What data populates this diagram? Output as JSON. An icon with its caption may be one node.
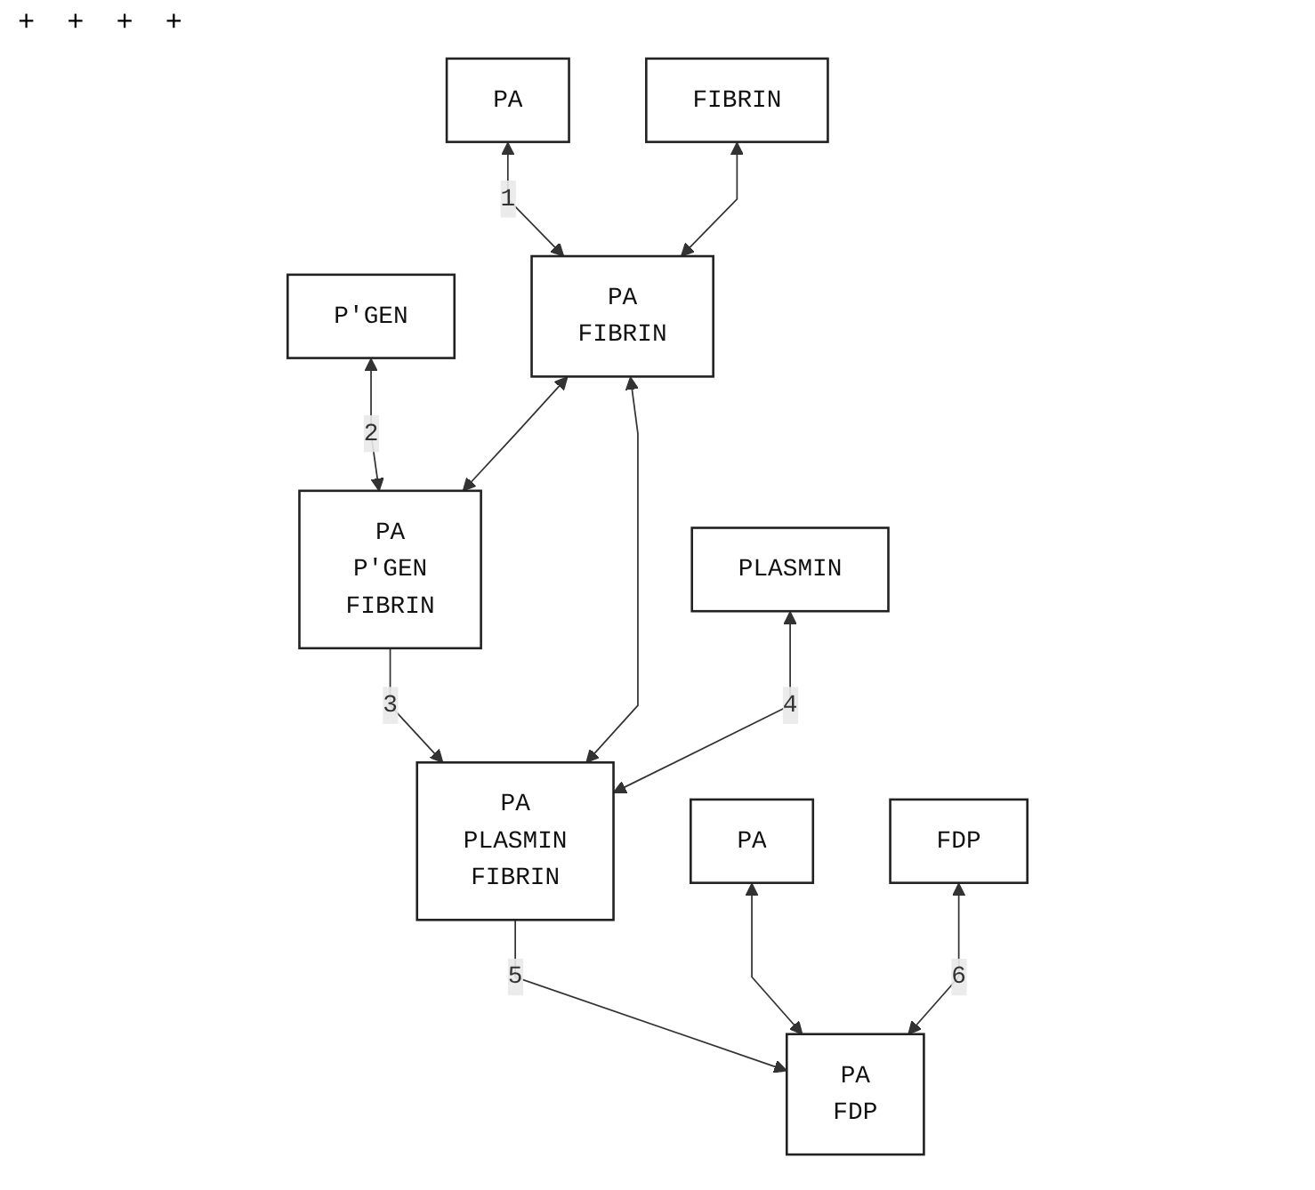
{
  "diagram": {
    "nodes": [
      {
        "text": [
          "PA"
        ]
      },
      {
        "text": [
          "FIBRIN"
        ]
      },
      {
        "text": [
          "P'GEN"
        ]
      },
      {
        "text": [
          "PA",
          "FIBRIN"
        ]
      },
      {
        "text": [
          "PLASMIN"
        ]
      },
      {
        "text": [
          "PA",
          "P'GEN",
          "FIBRIN"
        ]
      },
      {
        "text": [
          "PA",
          "PLASMIN",
          "FIBRIN"
        ]
      },
      {
        "text": [
          "PA"
        ]
      },
      {
        "text": [
          "FDP"
        ]
      },
      {
        "text": [
          "PA",
          "FDP"
        ]
      }
    ],
    "edges": [
      {
        "from": 0,
        "to": 3,
        "arrow": "both",
        "label": "1"
      },
      {
        "from": 1,
        "to": 3,
        "arrow": "both"
      },
      {
        "from": 2,
        "to": 5,
        "arrow": "both",
        "label": "2"
      },
      {
        "from": 3,
        "to": 5,
        "arrow": "both"
      },
      {
        "from": 5,
        "to": 6,
        "arrow": "to",
        "label": "3"
      },
      {
        "from": 3,
        "to": 6,
        "arrow": "both"
      },
      {
        "from": 4,
        "to": 6,
        "arrow": "both",
        "label": "4"
      },
      {
        "from": 6,
        "to": 9,
        "arrow": "to",
        "label": "5"
      },
      {
        "from": 7,
        "to": 9,
        "arrow": "both"
      },
      {
        "from": 8,
        "to": 9,
        "arrow": "both",
        "label": "6"
      }
    ],
    "labels": [
      "+",
      "+",
      "+",
      "+"
    ]
  }
}
